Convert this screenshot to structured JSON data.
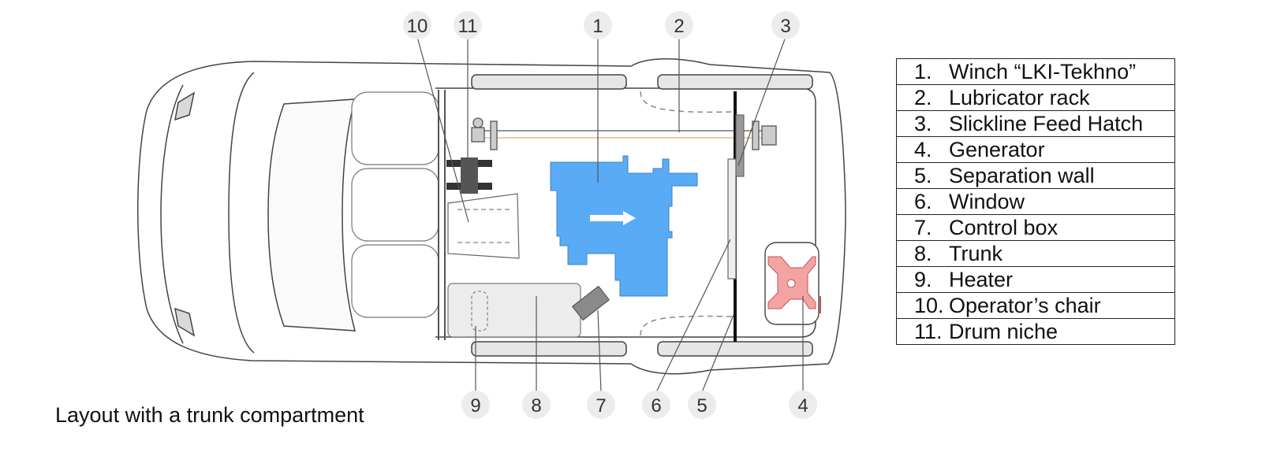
{
  "callouts": [
    "10",
    "11",
    "1",
    "2",
    "3",
    "9",
    "8",
    "7",
    "6",
    "5",
    "4"
  ],
  "legend": [
    {
      "num": "1.",
      "label": "Winch “LKI-Tekhno”"
    },
    {
      "num": "2.",
      "label": "Lubricator rack"
    },
    {
      "num": "3.",
      "label": "Slickline Feed Hatch"
    },
    {
      "num": "4.",
      "label": "Generator"
    },
    {
      "num": "5.",
      "label": "Separation wall"
    },
    {
      "num": "6.",
      "label": "Window"
    },
    {
      "num": "7.",
      "label": "Control box"
    },
    {
      "num": "8.",
      "label": "Trunk"
    },
    {
      "num": "9.",
      "label": "Heater"
    },
    {
      "num": "10.",
      "label": "Operator’s chair"
    },
    {
      "num": "11.",
      "label": "Drum niche"
    }
  ],
  "caption": "Layout with a trunk compartment",
  "colors": {
    "winch": "#5aabf5",
    "generator": "#f4a3a3",
    "outline": "#444444",
    "trunk_fill": "#ececec",
    "control_box": "#8a8a8a",
    "callout_bg": "#ececec"
  }
}
